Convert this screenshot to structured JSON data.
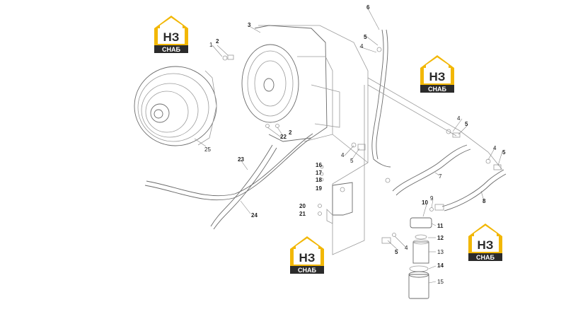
{
  "brand": {
    "logo_letters": "НЗ",
    "logo_caption": "СНАБ",
    "accent": "#f2b705",
    "dark": "#2b2b2b"
  },
  "parts": [
    {
      "n": "1"
    },
    {
      "n": "2"
    },
    {
      "n": "3"
    },
    {
      "n": "4"
    },
    {
      "n": "5"
    },
    {
      "n": "6"
    },
    {
      "n": "2"
    },
    {
      "n": "22"
    },
    {
      "n": "4"
    },
    {
      "n": "5"
    },
    {
      "n": "4"
    },
    {
      "n": "5"
    },
    {
      "n": "4"
    },
    {
      "n": "5"
    },
    {
      "n": "7"
    },
    {
      "n": "8"
    },
    {
      "n": "9"
    },
    {
      "n": "10"
    },
    {
      "n": "11"
    },
    {
      "n": "12"
    },
    {
      "n": "13"
    },
    {
      "n": "14"
    },
    {
      "n": "15"
    },
    {
      "n": "4"
    },
    {
      "n": "5"
    },
    {
      "n": "16"
    },
    {
      "n": "17"
    },
    {
      "n": "18"
    },
    {
      "n": "19"
    },
    {
      "n": "20"
    },
    {
      "n": "21"
    },
    {
      "n": "23"
    },
    {
      "n": "24"
    },
    {
      "n": "25"
    }
  ]
}
